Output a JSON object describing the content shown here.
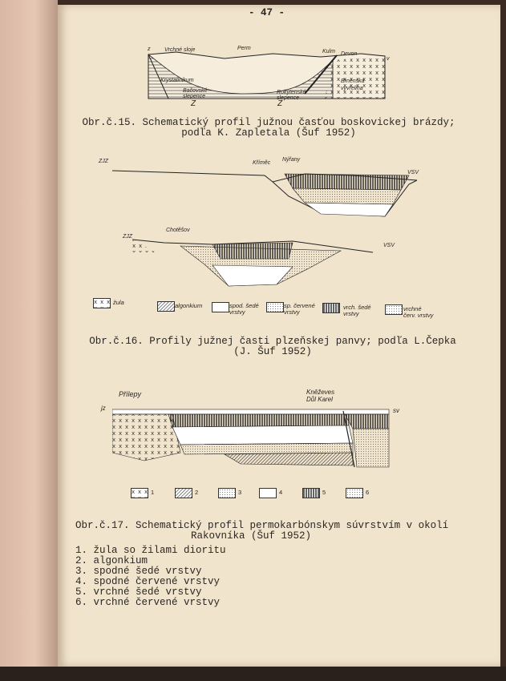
{
  "page_number": "- 47 -",
  "fig15": {
    "labels": {
      "vrchne_sloje": "Vrchné sloje",
      "perm": "Perm",
      "kulm": "Kulm",
      "devon": "Devon",
      "z_left": "z",
      "v_right": "v",
      "krystalinikum": "Krystalinikum",
      "bacovske": "Bačovské\nslepence",
      "rokytenske": "Rokytenské\nslepence",
      "brnenska": "Brněnská\nvyvřelina",
      "fault1": "Z",
      "fault2": "Z"
    },
    "caption_line1": "Obr.č.15. Schematický profil južnou časťou boskovickej brázdy;",
    "caption_line2": "podľa K. Zapletala (Šuf 1952)"
  },
  "fig16": {
    "profile1": {
      "west": "ZJZ",
      "east": "VSV",
      "place1": "Kříměc",
      "place2": "Nýřany"
    },
    "profile2": {
      "west": "ZJZ",
      "east": "VSV",
      "place1": "Chotěšov"
    },
    "legend": [
      {
        "pattern": "granite",
        "label": "žula"
      },
      {
        "pattern": "hatch",
        "label": "algonkium"
      },
      {
        "pattern": "blank",
        "label": "spod. šedé\nvrstvy"
      },
      {
        "pattern": "dots",
        "label": "sp. červené\nvrstvy"
      },
      {
        "pattern": "vertical",
        "label": "vrch. šedé\nvrstvy"
      },
      {
        "pattern": "dots",
        "label": "vrchné\nčerv. vrstvy"
      }
    ],
    "caption_line1": "Obr.č.16. Profily južnej časti plzeňskej panvy; podľa L.Čepka",
    "caption_line2": "(J. Šuf 1952)"
  },
  "fig17": {
    "labels": {
      "place1": "Přílepy",
      "west": "jz",
      "place2": "Kněževes\nDůl Karel",
      "east": "sv"
    },
    "legend": [
      {
        "pattern": "granite",
        "label": "1"
      },
      {
        "pattern": "hatch",
        "label": "2"
      },
      {
        "pattern": "dots",
        "label": "3"
      },
      {
        "pattern": "blank",
        "label": "4"
      },
      {
        "pattern": "vertical",
        "label": "5"
      },
      {
        "pattern": "dots",
        "label": "6"
      }
    ],
    "caption_line1": "Obr.č.17. Schematický profil permokarbónskym súvrstvím v okolí",
    "caption_line2": "Rakovníka (Šuf 1952)",
    "items": [
      "1. žula so žilami dioritu",
      "2. algonkium",
      "3. spodné šedé vrstvy",
      "4. spodné červené vrstvy",
      "5. vrchné šedé vrstvy",
      "6. vrchné červené vrstvy"
    ]
  }
}
